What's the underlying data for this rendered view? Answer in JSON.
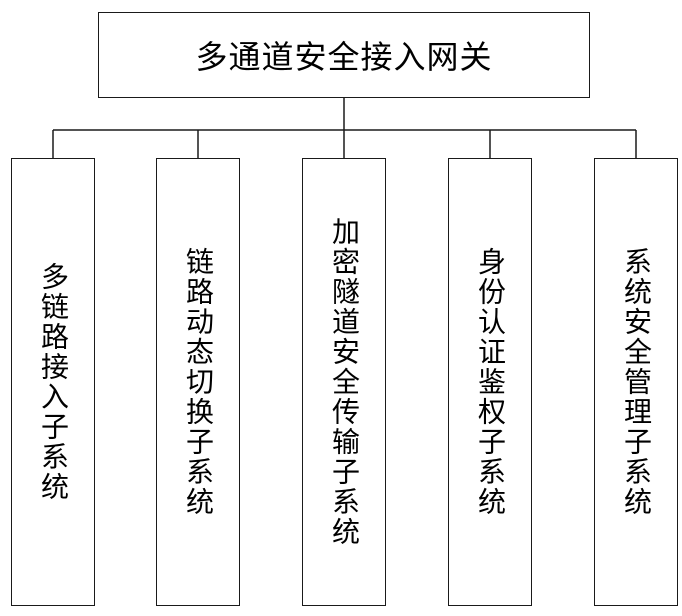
{
  "root": {
    "label": "多通道安全接入网关"
  },
  "children": [
    {
      "label": "多链路接入子系统"
    },
    {
      "label": "链路动态切换子系统"
    },
    {
      "label": "加密隧道安全传输子系统"
    },
    {
      "label": "身份认证鉴权子系统"
    },
    {
      "label": "系统安全管理子系统"
    }
  ]
}
